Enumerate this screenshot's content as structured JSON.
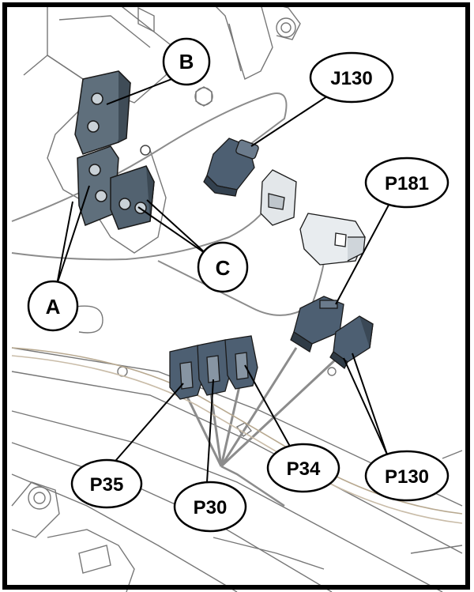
{
  "callouts": {
    "a": "A",
    "b": "B",
    "c": "C",
    "j130": "J130",
    "p181": "P181",
    "p35": "P35",
    "p30": "P30",
    "p34": "P34",
    "p130": "P130"
  },
  "colors": {
    "frame": "#000000",
    "line_art": "#555555",
    "bracket_fill": "#5f6f7c",
    "connector_fill": "#4d5f72",
    "connector_light": "#d7dde2",
    "wire": "#9a9a9a"
  }
}
